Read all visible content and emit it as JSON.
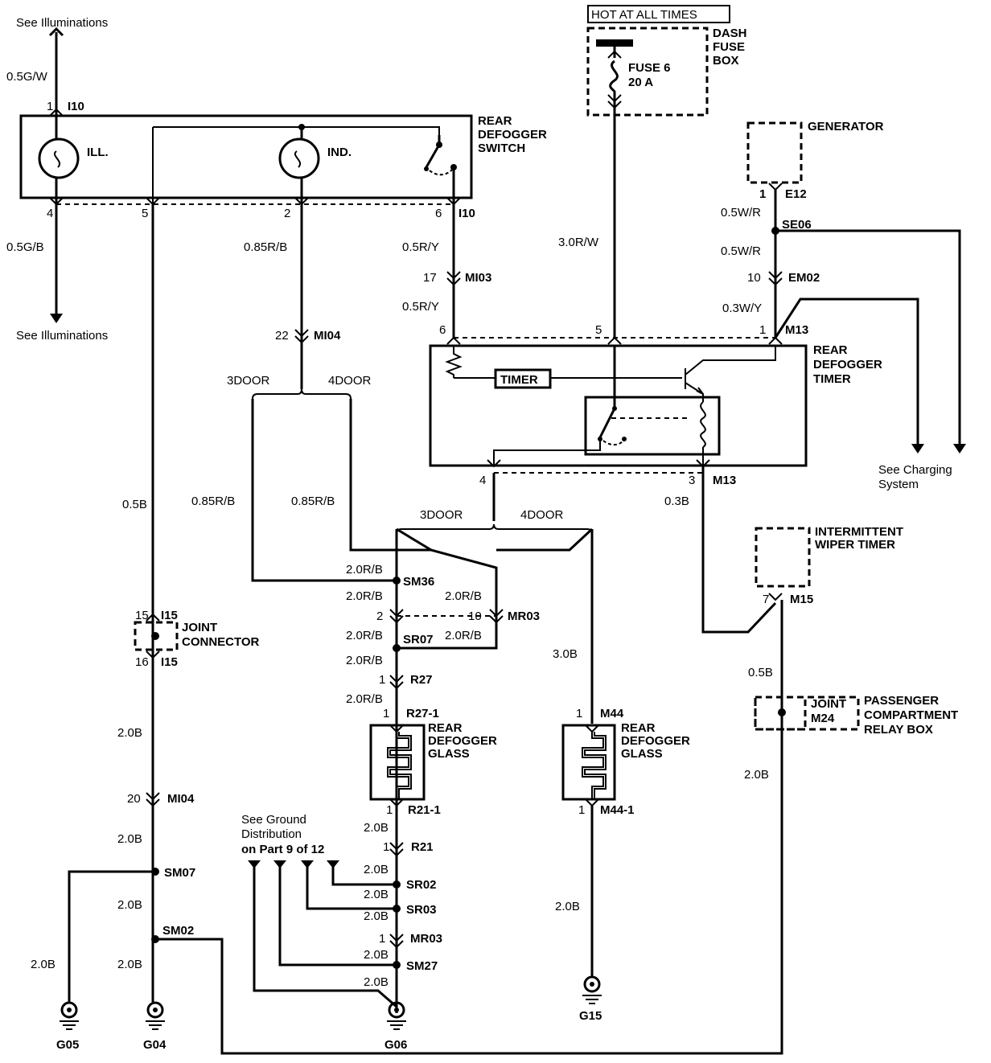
{
  "title": {
    "hot_at_all_times": "HOT AT ALL TIMES"
  },
  "components": {
    "dash_fuse_box": [
      "DASH",
      "FUSE",
      "BOX"
    ],
    "fuse": [
      "FUSE 6",
      "20 A"
    ],
    "generator": "GENERATOR",
    "rear_defogger_switch": [
      "REAR",
      "DEFOGGER",
      "SWITCH"
    ],
    "ill": "ILL.",
    "ind": "IND.",
    "rear_defogger_timer": [
      "REAR",
      "DEFOGGER",
      "TIMER"
    ],
    "timer": "TIMER",
    "intermittent_wiper_timer": [
      "INTERMITTENT",
      "WIPER TIMER"
    ],
    "joint_connector": [
      "JOINT",
      "CONNECTOR"
    ],
    "joint_m24": [
      "JOINT",
      "M24"
    ],
    "passenger_relay_box": [
      "PASSENGER",
      "COMPARTMENT",
      "RELAY BOX"
    ],
    "rear_defogger_glass_left": [
      "REAR",
      "DEFOGGER",
      "GLASS"
    ],
    "rear_defogger_glass_right": [
      "REAR",
      "DEFOGGER",
      "GLASS"
    ]
  },
  "notes": {
    "see_illum_top": "See Illuminations",
    "see_illum_bottom": "See Illuminations",
    "see_charging": [
      "See Charging",
      "System"
    ],
    "see_ground": [
      "See Ground",
      "Distribution",
      "on Part 9 of 12"
    ]
  },
  "variants": {
    "a_3door": "3DOOR",
    "a_4door": "4DOOR",
    "b_3door": "3DOOR",
    "b_4door": "4DOOR"
  },
  "wires": {
    "w_05gw": "0.5G/W",
    "w_05gb": "0.5G/B",
    "w_085rb_top": "0.85R/B",
    "w_05ry_a": "0.5R/Y",
    "w_05ry_b": "0.5R/Y",
    "w_30rw": "3.0R/W",
    "w_05wr_a": "0.5W/R",
    "w_05wr_b": "0.5W/R",
    "w_03wy": "0.3W/Y",
    "w_05b_left": "0.5B",
    "w_085rb_l": "0.85R/B",
    "w_085rb_r": "0.85R/B",
    "w_03b": "0.3B",
    "w_20rb_1": "2.0R/B",
    "w_20rb_2": "2.0R/B",
    "w_20rb_3": "2.0R/B",
    "w_20rb_4": "2.0R/B",
    "w_20rb_5": "2.0R/B",
    "w_20rb_6": "2.0R/B",
    "w_20rb_7": "2.0R/B",
    "w_30b": "3.0B",
    "w_05b_right": "0.5B",
    "w_20b_right": "2.0B",
    "w_20b_l1": "2.0B",
    "w_20b_l2": "2.0B",
    "w_20b_l3": "2.0B",
    "w_20b_l4": "2.0B",
    "w_20b_l5": "2.0B",
    "w_20b_c1": "2.0B",
    "w_20b_c2": "2.0B",
    "w_20b_c3": "2.0B",
    "w_20b_c4": "2.0B",
    "w_20b_c5": "2.0B",
    "w_20b_c6": "2.0B",
    "w_20b_g15": "2.0B"
  },
  "connectors": {
    "i10_top": "I10",
    "i10_top_pin": "1",
    "i10_bot": "I10",
    "pin4": "4",
    "pin5": "5",
    "pin2": "2",
    "pin6": "6",
    "mi03": "MI03",
    "mi03_pin": "17",
    "mi04_top": "MI04",
    "mi04_top_pin": "22",
    "m13_top": "M13",
    "m13_pin6": "6",
    "m13_pin5": "5",
    "m13_pin1": "1",
    "m13_bot": "M13",
    "m13_pin4": "4",
    "m13_pin3": "3",
    "e12": "E12",
    "e12_pin": "1",
    "se06": "SE06",
    "em02": "EM02",
    "em02_pin": "10",
    "m15": "M15",
    "m15_pin": "7",
    "i15_top": "I15",
    "i15_top_pin": "15",
    "i15_bot": "I15",
    "i15_bot_pin": "16",
    "sm36": "SM36",
    "mr03_top": "MR03",
    "mr03_top_pin": "10",
    "sr_pin2": "2",
    "sr07": "SR07",
    "r27": "R27",
    "r27_pin": "1",
    "r27_1": "R27-1",
    "r27_1_pin": "1",
    "r21_1": "R21-1",
    "r21_1_pin": "1",
    "r21": "R21",
    "r21_pin": "1",
    "m44": "M44",
    "m44_pin": "1",
    "m44_1": "M44-1",
    "m44_1_pin": "1",
    "mi04_bot": "MI04",
    "mi04_bot_pin": "20",
    "sm07": "SM07",
    "sm02": "SM02",
    "sr02": "SR02",
    "sr03": "SR03",
    "mr03_bot": "MR03",
    "mr03_bot_pin": "1",
    "sm27": "SM27"
  },
  "grounds": {
    "g05": "G05",
    "g04": "G04",
    "g06": "G06",
    "g15": "G15"
  }
}
